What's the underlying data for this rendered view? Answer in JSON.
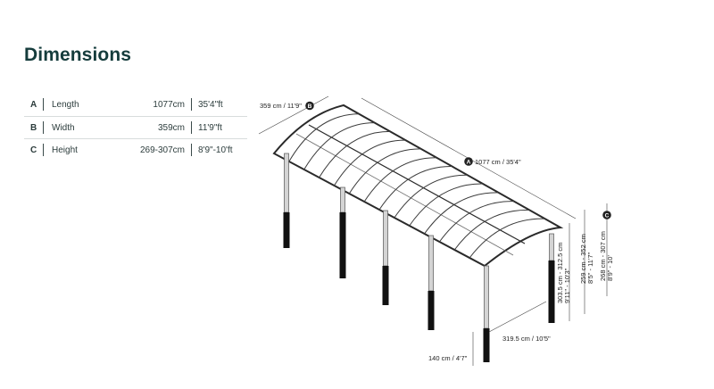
{
  "title": "Dimensions",
  "table": {
    "rows": [
      {
        "letter": "A",
        "label": "Length",
        "cm": "1077cm",
        "ft": "35'4\"ft"
      },
      {
        "letter": "B",
        "label": "Width",
        "cm": "359cm",
        "ft": "11'9\"ft"
      },
      {
        "letter": "C",
        "label": "Height",
        "cm": "269-307cm",
        "ft": "8'9\"-10'ft"
      }
    ]
  },
  "diagram": {
    "width_label": "359 cm / 11'9\"",
    "width_marker": "B",
    "length_label": "1077 cm / 35'4\"",
    "length_marker": "A",
    "height_marker": "C",
    "post_spacing_label": "319.5 cm / 10'5\"",
    "post_depth_label": "140 cm / 4'7\"",
    "height_total_cm": "303.5 cm - 312.5 cm",
    "height_total_ft": "9'11\" - 10'3\"",
    "height_mid_cm": "259 cm - 352 cm",
    "height_mid_ft": "8'5\" - 11'7\"",
    "height_low_cm": "268 cm - 307 cm",
    "height_low_ft": "8'9\" - 10'"
  }
}
